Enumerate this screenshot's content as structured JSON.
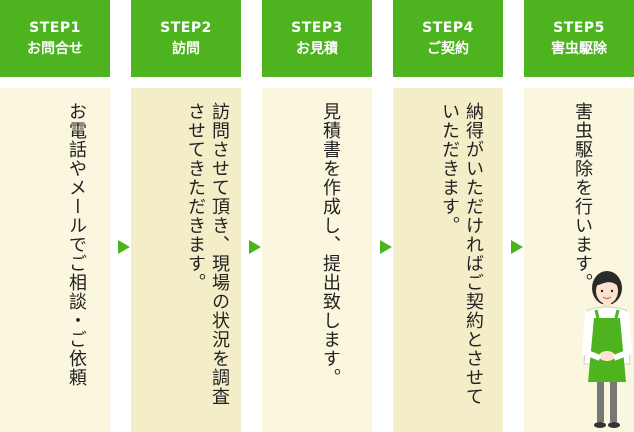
{
  "steps": [
    {
      "num": "STEP1",
      "title": "お問合せ",
      "body": "お電話やメールでご相談・ご依頼"
    },
    {
      "num": "STEP2",
      "title": "訪問",
      "body": "訪問させて頂き、現場の状況を調査させてきただきます。"
    },
    {
      "num": "STEP3",
      "title": "お見積",
      "body": "見積書を作成し、提出致します。"
    },
    {
      "num": "STEP4",
      "title": "ご契約",
      "body": "納得がいただければご契約とさせていただきます。"
    },
    {
      "num": "STEP5",
      "title": "害虫駆除",
      "body": "害虫駆除を行います。"
    }
  ],
  "colors": {
    "accent": "#4db31f",
    "card_light": "#fbf6de",
    "card_dark": "#f3edc8"
  }
}
